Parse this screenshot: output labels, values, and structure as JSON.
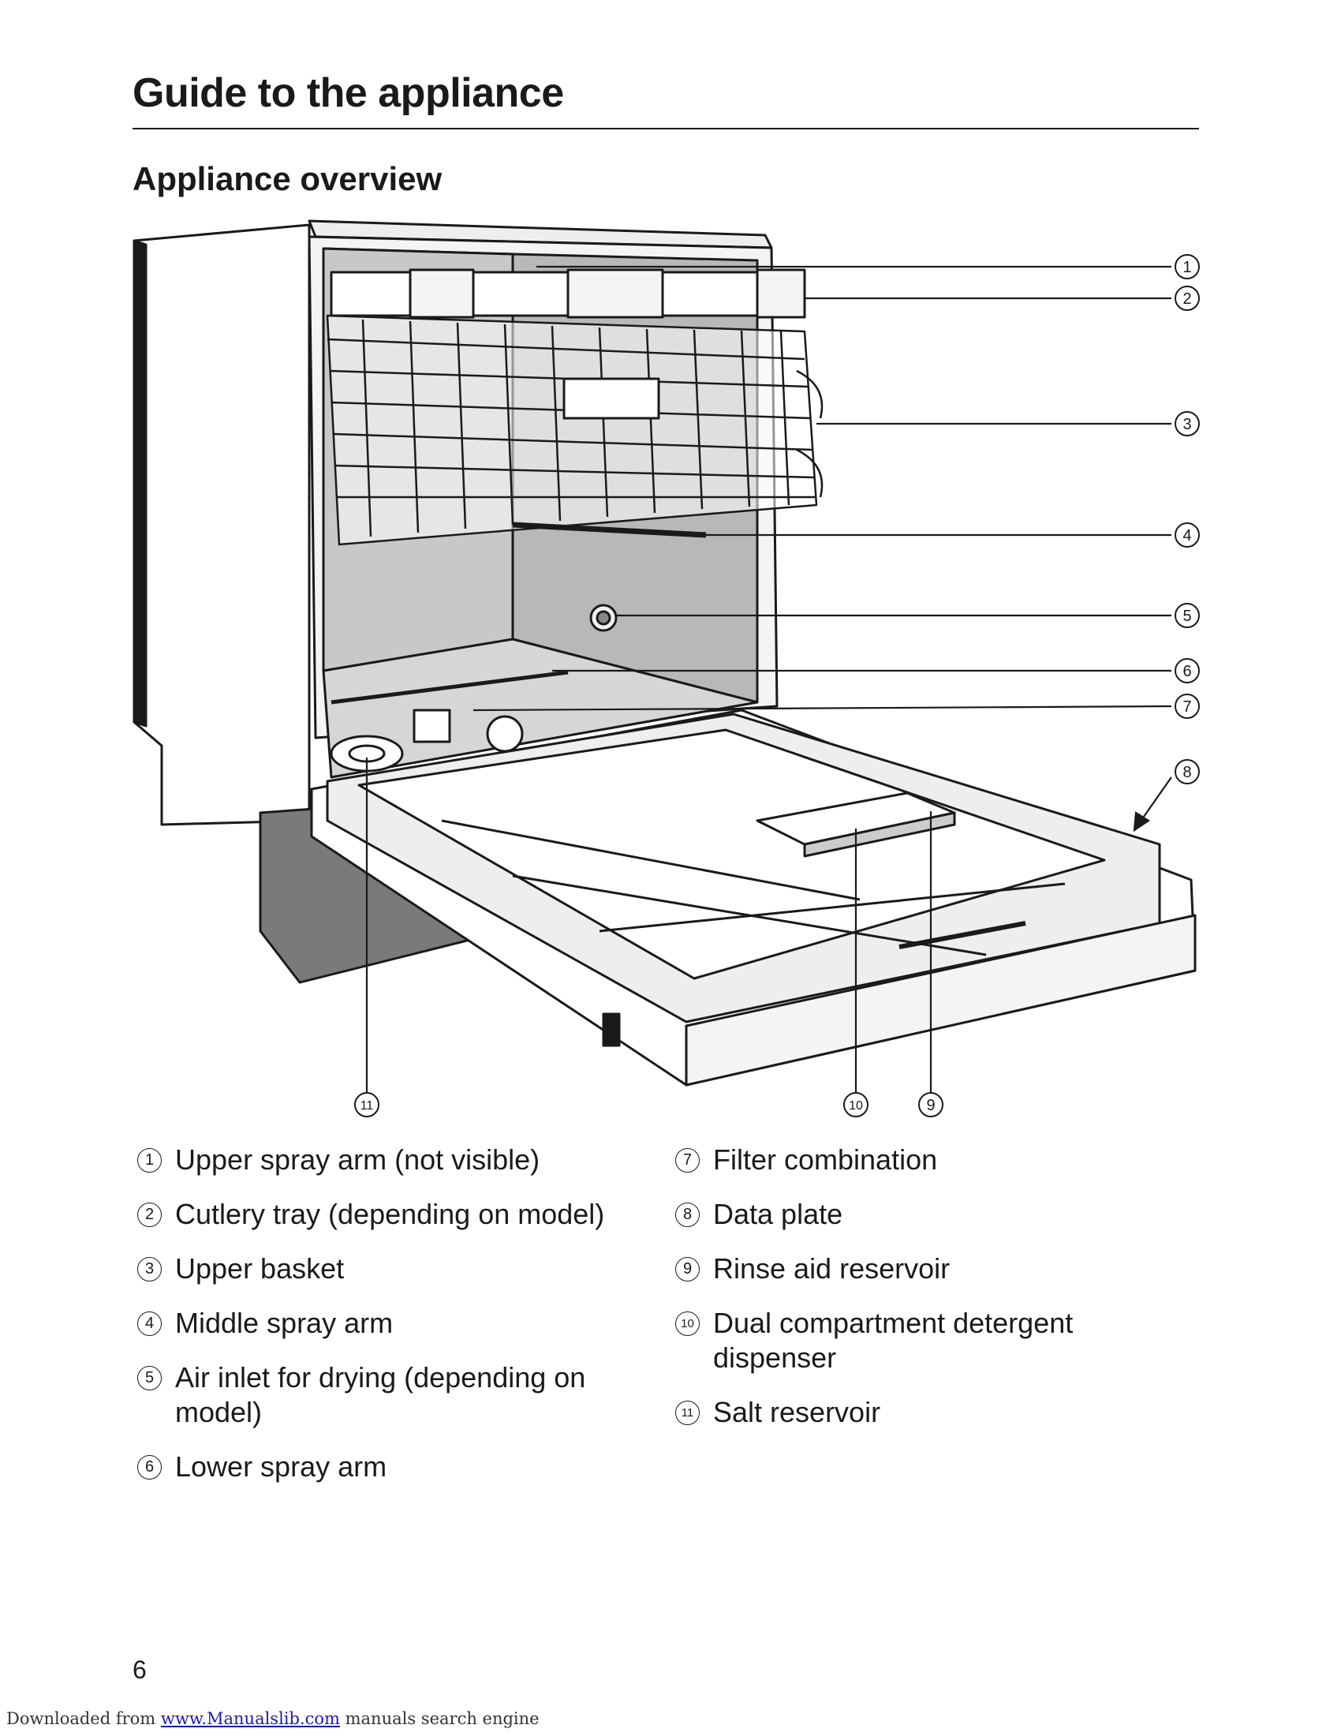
{
  "header": {
    "title": "Guide to the appliance",
    "subtitle": "Appliance overview"
  },
  "callouts": [
    "1",
    "2",
    "3",
    "4",
    "5",
    "6",
    "7",
    "8",
    "9",
    "10",
    "11"
  ],
  "legend": {
    "left": [
      {
        "num": "1",
        "label": "Upper spray arm (not visible)"
      },
      {
        "num": "2",
        "label": "Cutlery tray (depending on model)"
      },
      {
        "num": "3",
        "label": "Upper basket"
      },
      {
        "num": "4",
        "label": "Middle spray arm"
      },
      {
        "num": "5",
        "label": "Air inlet for drying (depending on model)"
      },
      {
        "num": "6",
        "label": "Lower spray arm"
      }
    ],
    "right": [
      {
        "num": "7",
        "label": "Filter combination"
      },
      {
        "num": "8",
        "label": "Data plate"
      },
      {
        "num": "9",
        "label": "Rinse aid reservoir"
      },
      {
        "num": "10",
        "label": "Dual compartment detergent dispenser"
      },
      {
        "num": "11",
        "label": "Salt reservoir"
      }
    ]
  },
  "page_number": "6",
  "footer": {
    "prefix": "Downloaded from ",
    "link_text": "www.Manualslib.com",
    "suffix": " manuals search engine"
  }
}
